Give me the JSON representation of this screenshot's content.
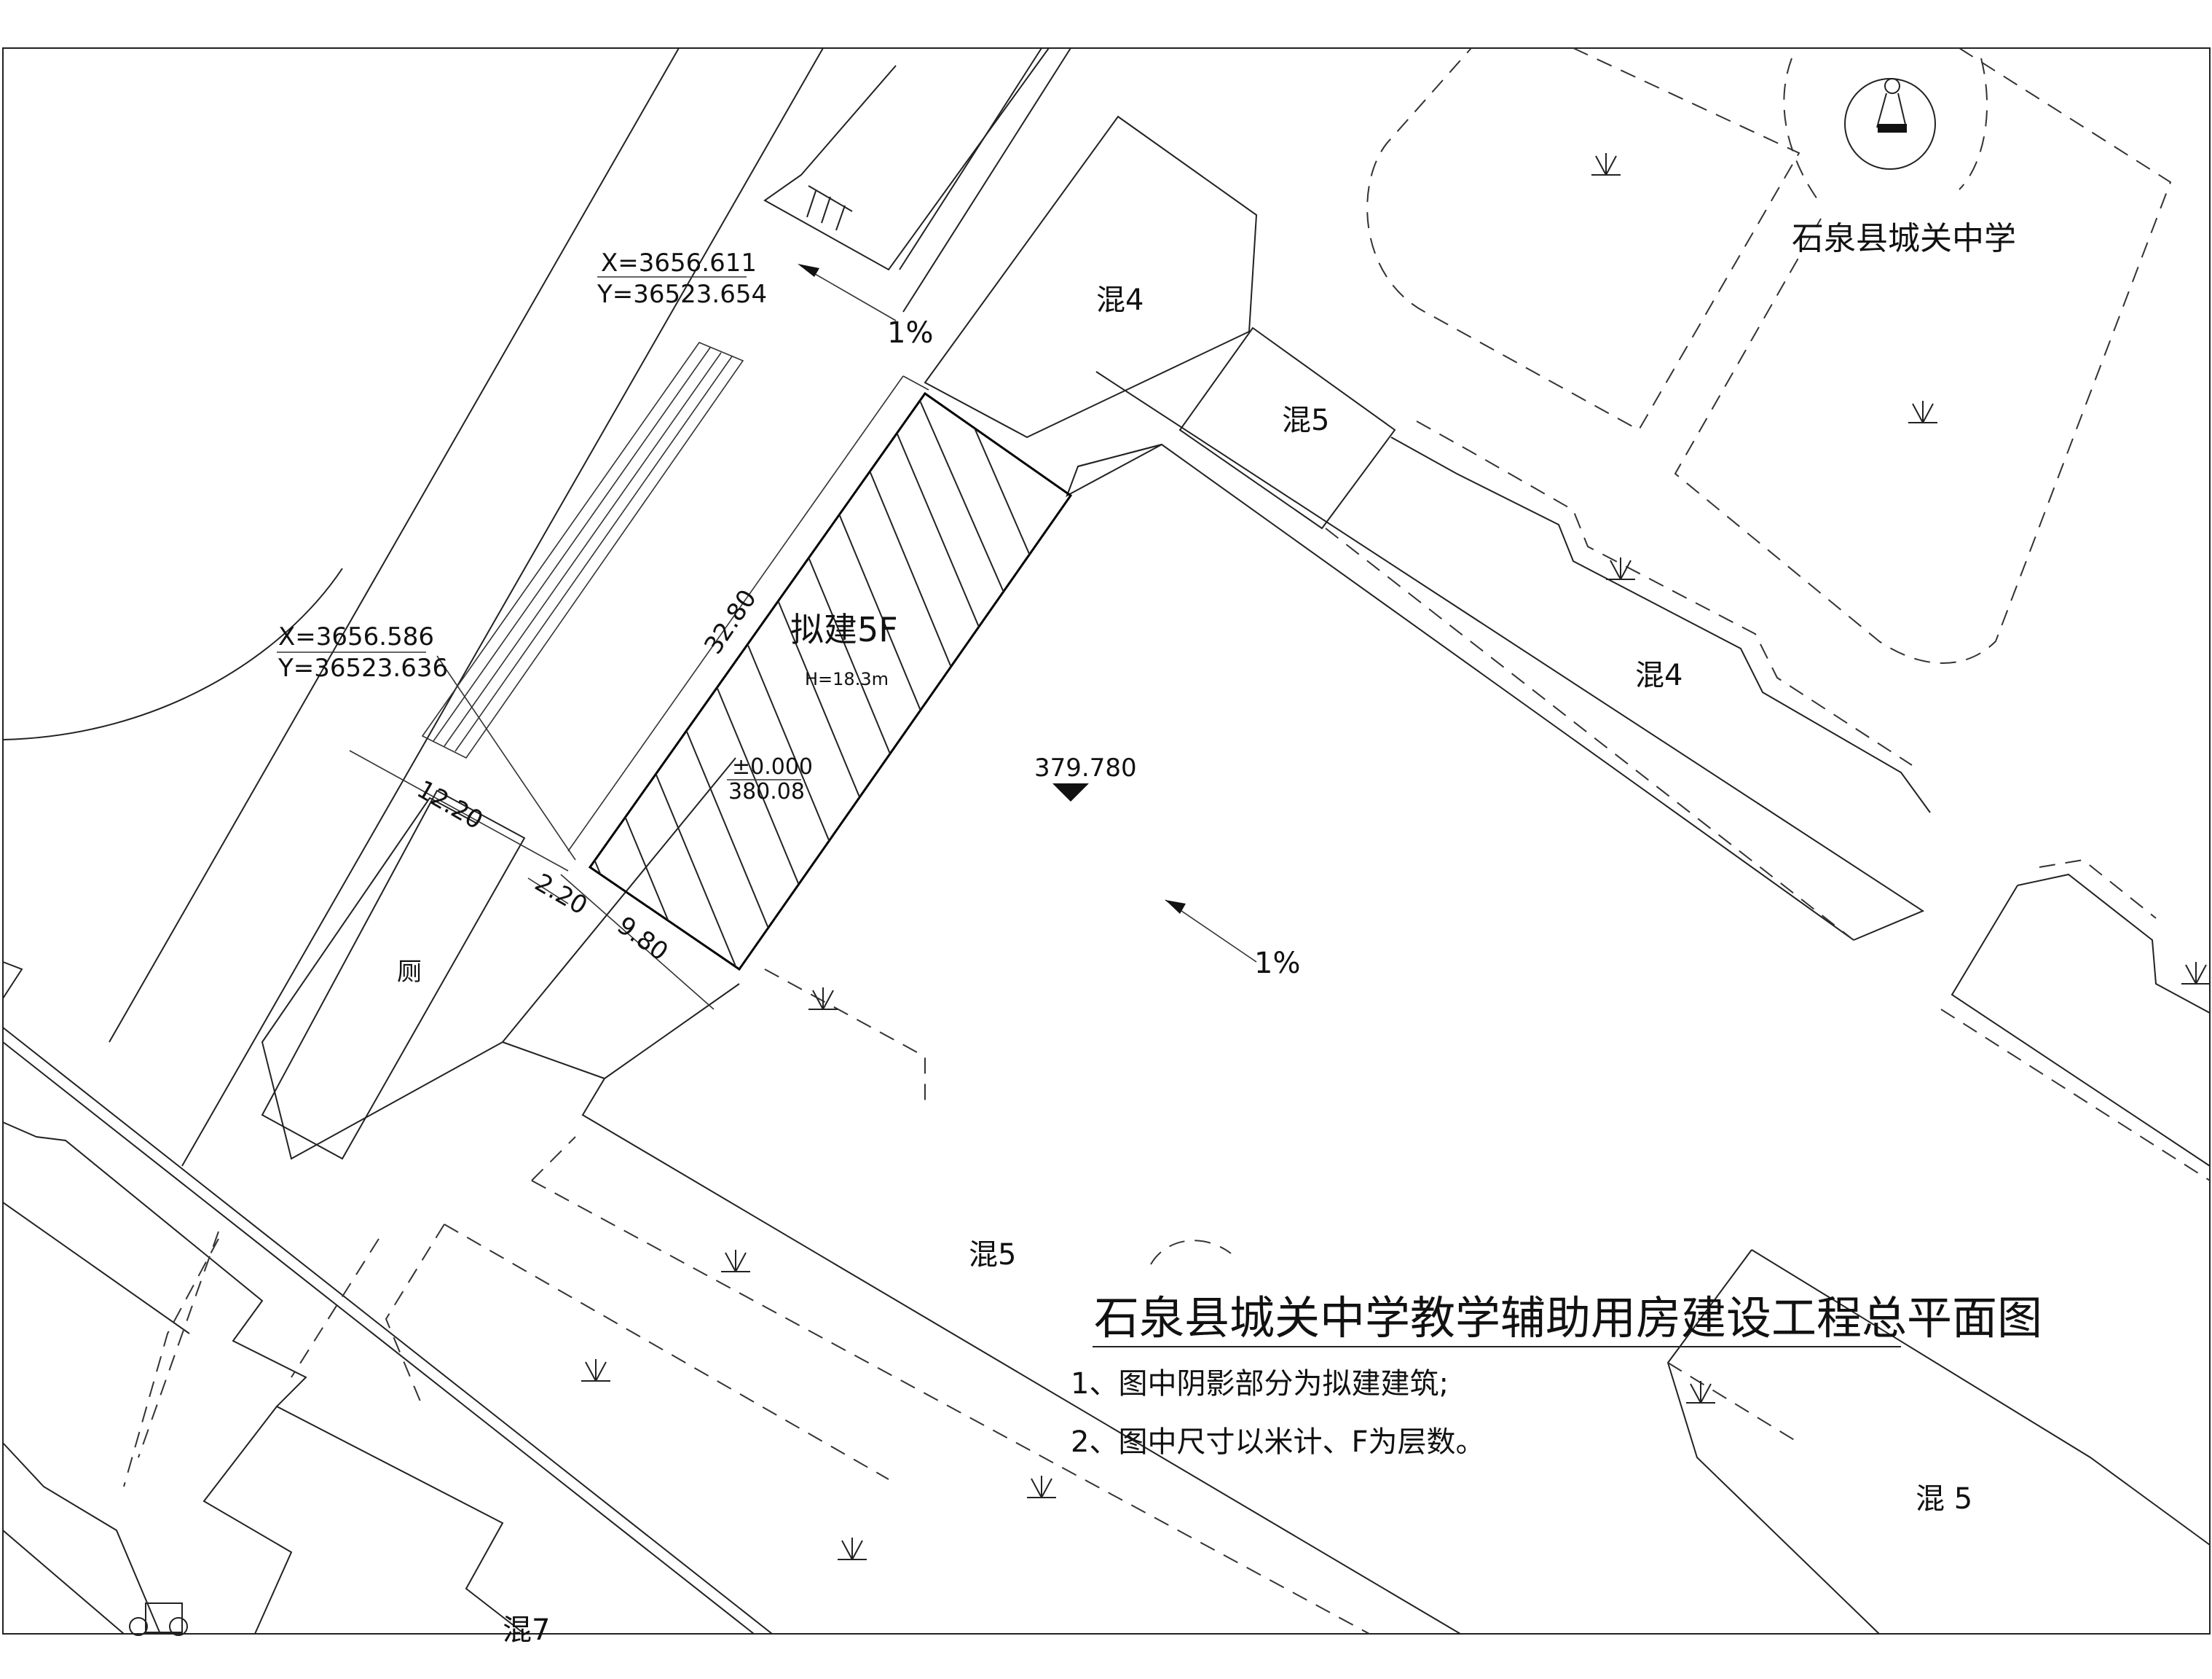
{
  "title": "石泉县城关中学教学辅助用房建设工程总平面图",
  "notes": [
    "1、图中阴影部分为拟建建筑;",
    "2、图中尺寸以米计、F为层数。"
  ],
  "school_name": "石泉县城关中学",
  "proposed_building": {
    "label": "拟建5F",
    "height": "H=18.3m",
    "elevation_top": "±0.000",
    "elevation_bottom": "380.08"
  },
  "site_elevation": "379.780",
  "coordinates": [
    {
      "x": "X=3656.611",
      "y": "Y=36523.654"
    },
    {
      "x": "X=3656.586",
      "y": "Y=36523.636"
    }
  ],
  "dimensions": {
    "length": "32.80",
    "width": "9.80",
    "setback_a": "12.20",
    "setback_b": "2.20"
  },
  "slopes": [
    "1%",
    "1%"
  ],
  "building_labels": {
    "hun4_a": "混4",
    "hun5_a": "混5",
    "hun4_b": "混4",
    "hun5_b": "混5",
    "hun5_c": "混 5",
    "hun7": "混7",
    "toilet": "厕"
  },
  "colors": {
    "line": "#222222",
    "background": "#ffffff"
  },
  "icons": [
    "flagpole-icon",
    "grass-symbol-icon",
    "elevation-marker-icon",
    "slope-arrow-icon"
  ]
}
